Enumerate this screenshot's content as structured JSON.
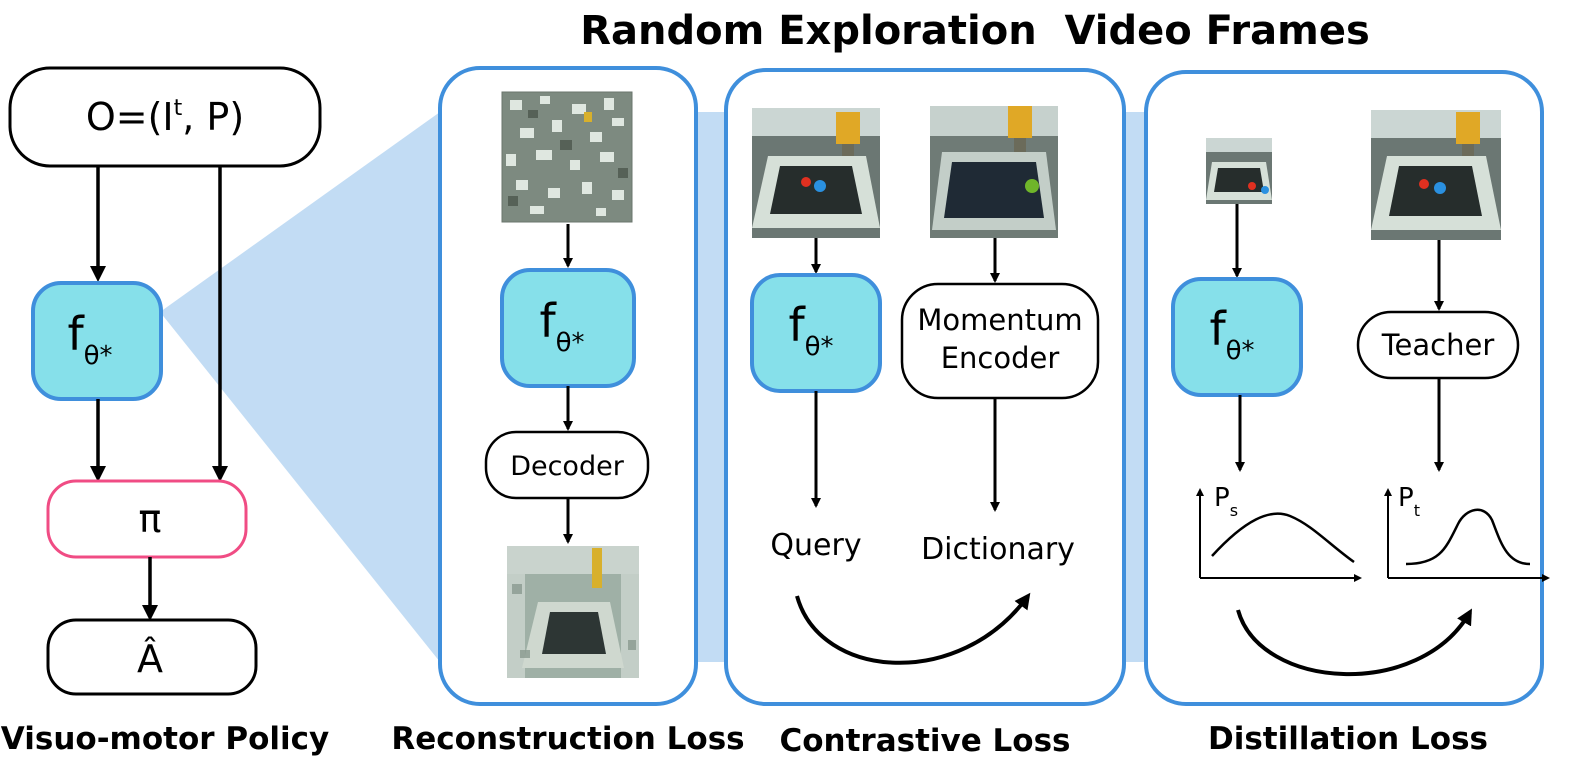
{
  "title": "Random Exploration  Video Frames",
  "colors": {
    "encoder_fill": "#86e0ea",
    "encoder_border": "#3f8fdc",
    "panel_border": "#3f8fdc",
    "cone_fill": "#c2dcf4",
    "policy_border": "#f04c84",
    "line": "#000000"
  },
  "policy": {
    "observation": {
      "base": "O=(I",
      "sup": "t",
      "tail": ", P)"
    },
    "encoder": {
      "f": "f",
      "sub": "θ*"
    },
    "pi": "π",
    "action": "Â",
    "caption": "Visuo-motor Policy"
  },
  "reconstruction": {
    "encoder": {
      "f": "f",
      "sub": "θ*"
    },
    "decoder": "Decoder",
    "caption": "Reconstruction Loss",
    "images": [
      "masked-frame",
      "reconstructed-frame"
    ]
  },
  "contrastive": {
    "encoder": {
      "f": "f",
      "sub": "θ*"
    },
    "momentum_line1": "Momentum",
    "momentum_line2": "Encoder",
    "query": "Query",
    "dictionary": "Dictionary",
    "caption": "Contrastive Loss",
    "images": [
      "query-frame",
      "key-frame"
    ]
  },
  "distillation": {
    "encoder": {
      "f": "f",
      "sub": "θ*"
    },
    "teacher": "Teacher",
    "ps": {
      "base": "P",
      "sub": "s"
    },
    "pt": {
      "base": "P",
      "sub": "t"
    },
    "caption": "Distillation Loss",
    "images": [
      "student-frame",
      "teacher-frame"
    ]
  }
}
